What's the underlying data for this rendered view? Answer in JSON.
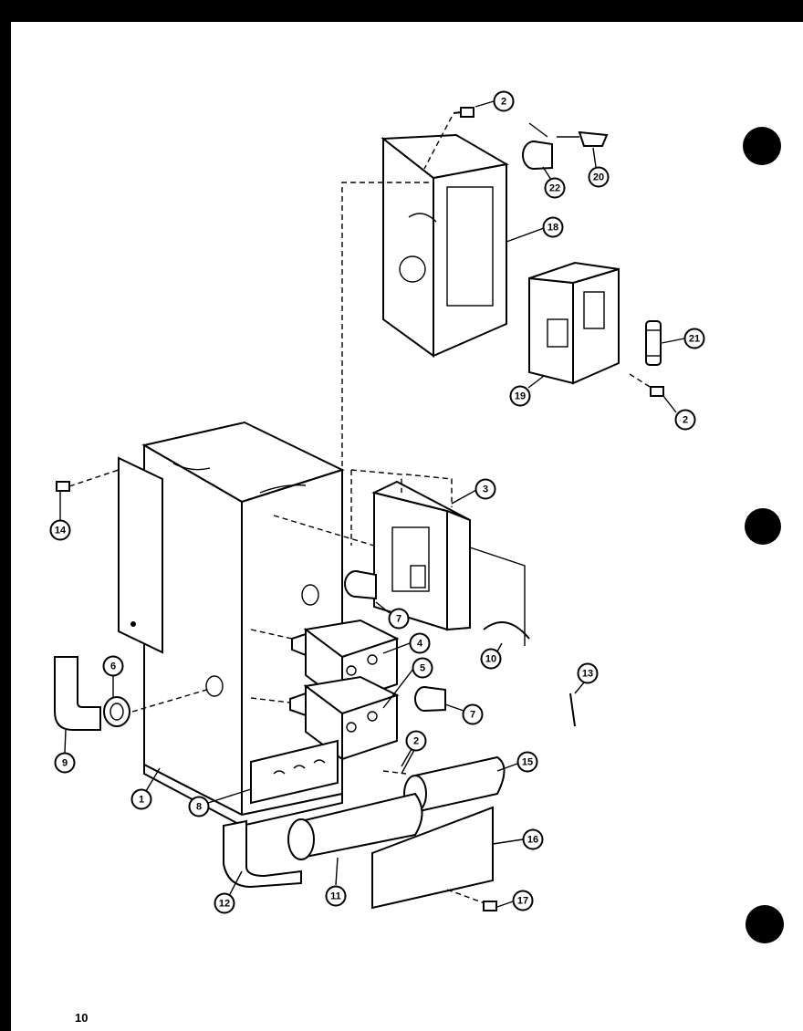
{
  "page": {
    "number": "10"
  },
  "callouts": [
    {
      "label": "2"
    },
    {
      "label": "22"
    },
    {
      "label": "20"
    },
    {
      "label": "18"
    },
    {
      "label": "21"
    },
    {
      "label": "19"
    },
    {
      "label": "2"
    },
    {
      "label": "3"
    },
    {
      "label": "14"
    },
    {
      "label": "7"
    },
    {
      "label": "4"
    },
    {
      "label": "10"
    },
    {
      "label": "5"
    },
    {
      "label": "6"
    },
    {
      "label": "7"
    },
    {
      "label": "13"
    },
    {
      "label": "2"
    },
    {
      "label": "15"
    },
    {
      "label": "9"
    },
    {
      "label": "1"
    },
    {
      "label": "8"
    },
    {
      "label": "16"
    },
    {
      "label": "12"
    },
    {
      "label": "11"
    },
    {
      "label": "17"
    }
  ],
  "colors": {
    "ink": "#000000",
    "paper": "#ffffff",
    "frame": "#000000"
  }
}
